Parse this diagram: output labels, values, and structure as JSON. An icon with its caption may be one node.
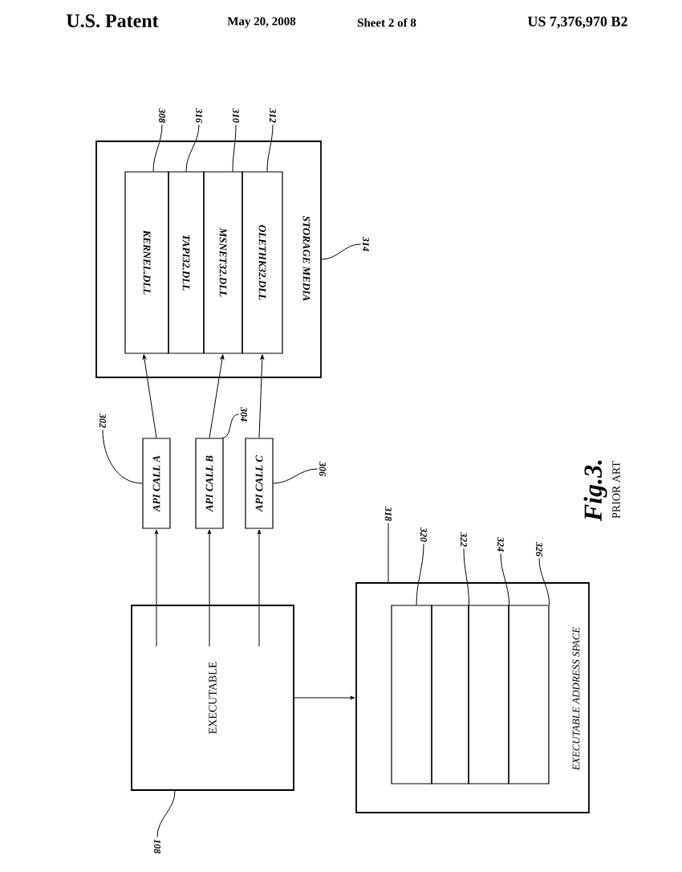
{
  "diagram": {
    "nodes": [
      {
        "text": [
          "STORAGE MEDIA"
        ]
      },
      {
        "text": [
          "KERNEL.DLL"
        ],
        "in": 0
      },
      {
        "text": [
          "TAPI32.DLL"
        ],
        "in": 0
      },
      {
        "text": [
          "MSNET32.DLL"
        ],
        "in": 0
      },
      {
        "text": [
          "OLETHK32.DLL"
        ],
        "in": 0
      },
      {
        "text": [
          "API CALL A"
        ]
      },
      {
        "text": [
          "API CALL B"
        ]
      },
      {
        "text": [
          "API CALL C"
        ]
      },
      {
        "text": [
          "EXECUTABLE"
        ]
      },
      {
        "text": [
          "EXECUTABLE ADDRESS SPACE"
        ]
      },
      {
        "text": [],
        "shape": "box",
        "in": 9
      },
      {
        "text": [],
        "shape": "box",
        "in": 9
      },
      {
        "text": [],
        "shape": "box",
        "in": 9
      },
      {
        "text": [],
        "shape": "box",
        "in": 9
      },
      {
        "text": [
          "308"
        ]
      },
      {
        "text": [
          "316"
        ]
      },
      {
        "text": [
          "310"
        ]
      },
      {
        "text": [
          "312"
        ]
      },
      {
        "text": [
          "314"
        ]
      },
      {
        "text": [
          "302"
        ]
      },
      {
        "text": [
          "304"
        ]
      },
      {
        "text": [
          "306"
        ]
      },
      {
        "text": [
          "108"
        ]
      },
      {
        "text": [
          "318"
        ]
      },
      {
        "text": [
          "320"
        ]
      },
      {
        "text": [
          "322"
        ]
      },
      {
        "text": [
          "324"
        ]
      },
      {
        "text": [
          "326"
        ]
      }
    ],
    "edges": [
      {
        "from": 8,
        "to": 5,
        "arrow": "to"
      },
      {
        "from": 8,
        "to": 6,
        "arrow": "to"
      },
      {
        "from": 8,
        "to": 7,
        "arrow": "to"
      },
      {
        "from": 5,
        "to": 1,
        "arrow": "to"
      },
      {
        "from": 6,
        "to": 3,
        "arrow": "to"
      },
      {
        "from": 7,
        "to": 4,
        "arrow": "to"
      },
      {
        "from": 8,
        "to": 9,
        "arrow": "to"
      },
      {
        "from": 14,
        "to": 1,
        "arrow": "none"
      },
      {
        "from": 15,
        "to": 2,
        "arrow": "none"
      },
      {
        "from": 16,
        "to": 3,
        "arrow": "none"
      },
      {
        "from": 17,
        "to": 4,
        "arrow": "none"
      },
      {
        "from": 18,
        "to": 0,
        "arrow": "none"
      },
      {
        "from": 19,
        "to": 5,
        "arrow": "none"
      },
      {
        "from": 20,
        "to": 6,
        "arrow": "none"
      },
      {
        "from": 21,
        "to": 7,
        "arrow": "none"
      },
      {
        "from": 22,
        "to": 8,
        "arrow": "none"
      },
      {
        "from": 23,
        "to": 9,
        "arrow": "none"
      },
      {
        "from": 24,
        "to": 10,
        "arrow": "none"
      },
      {
        "from": 25,
        "to": 11,
        "arrow": "none"
      },
      {
        "from": 26,
        "to": 12,
        "arrow": "none"
      },
      {
        "from": 27,
        "to": 13,
        "arrow": "none"
      }
    ],
    "labels": [
      "U.S. Patent",
      "May 20, 2008",
      "Sheet 2 of 8",
      "US 7,376,970 B2",
      "Fig.3.",
      "PRIOR ART"
    ]
  }
}
